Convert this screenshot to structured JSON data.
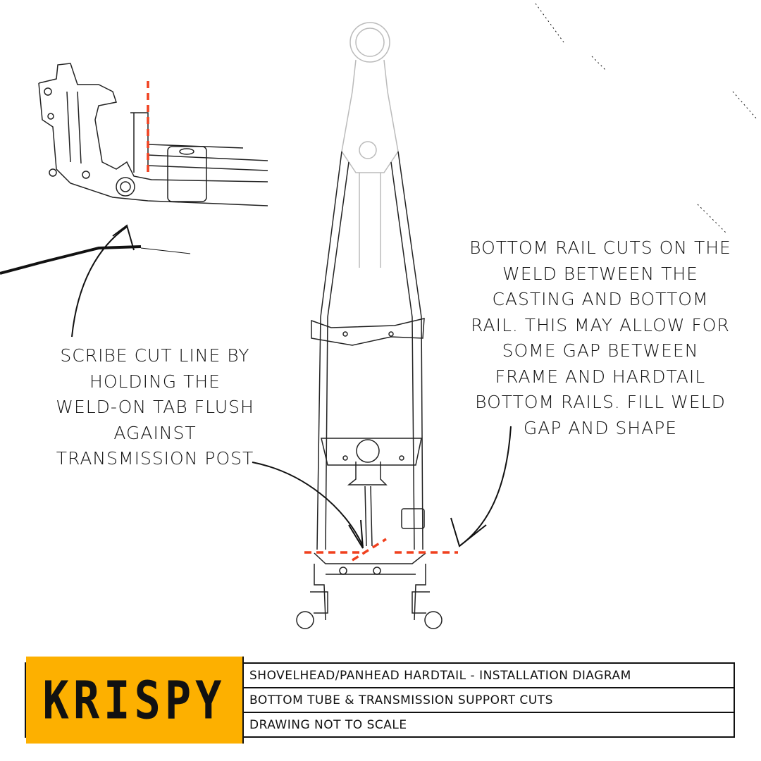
{
  "notes": {
    "left": [
      "SCRIBE CUT LINE BY",
      "HOLDING THE",
      "WELD-ON TAB FLUSH",
      "AGAINST",
      "TRANSMISSION POST"
    ],
    "right": [
      "BOTTOM RAIL CUTS ON THE",
      "WELD BETWEEN THE",
      "CASTING AND BOTTOM",
      "RAIL. THIS MAY ALLOW FOR",
      "SOME GAP BETWEEN",
      "FRAME AND HARDTAIL",
      "BOTTOM RAILS. FILL WELD",
      "GAP AND SHAPE"
    ]
  },
  "title_block": {
    "logo": "KRISPY",
    "rows": [
      "SHOVELHEAD/PANHEAD HARDTAIL - INSTALLATION DIAGRAM",
      "BOTTOM TUBE & TRANSMISSION SUPPORT CUTS",
      "DRAWING NOT TO SCALE"
    ]
  },
  "colors": {
    "cut_line": "#f0401e",
    "logo_bg": "#fdb000",
    "ink": "#111111"
  }
}
